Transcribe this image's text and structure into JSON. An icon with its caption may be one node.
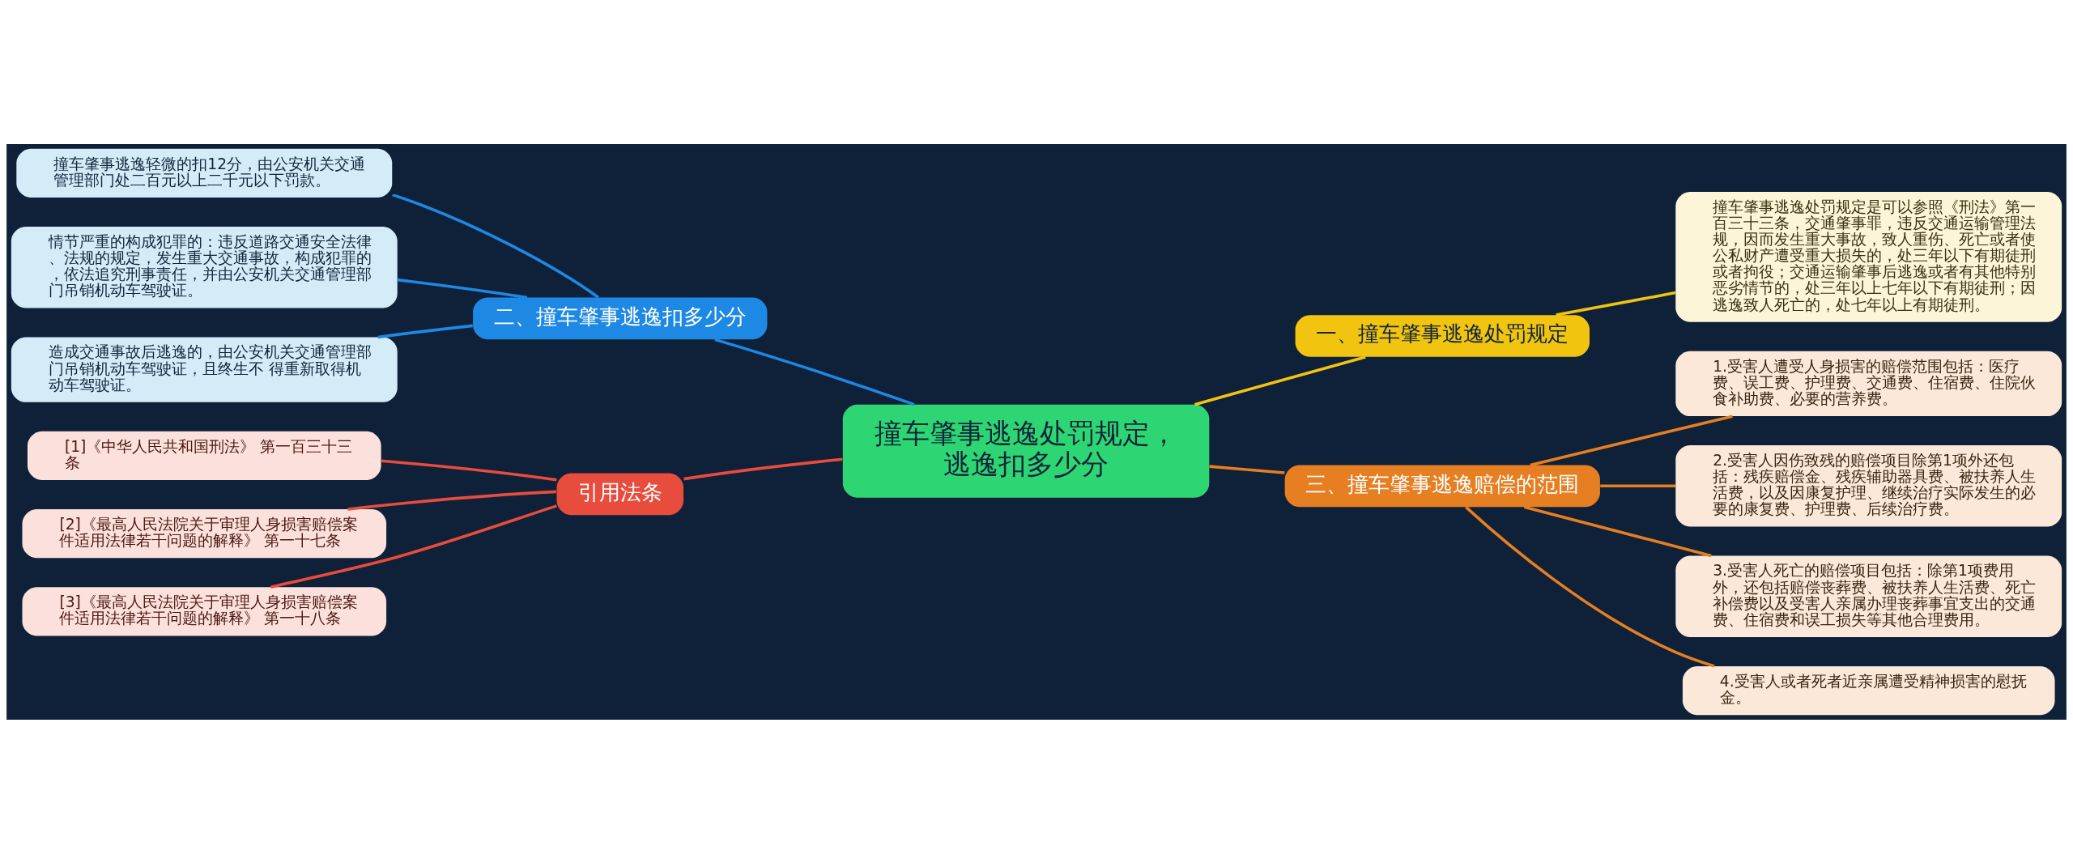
{
  "diagram": {
    "nodes": [
      {
        "text": [
          "撞车肇事逃逸处罚规定，逃逸扣多少分"
        ]
      },
      {
        "text": [
          "一、撞车肇事逃逸处罚规定"
        ]
      },
      {
        "text": [
          "撞车肇事逃逸处罚规定是可以参照《刑法》第一百三十三条，交通肇事罪，违反交通运输管理法规，因而发生重大事故，致人重伤、死亡或者使公私财产遭受重大损失的，处三年以下有期徒刑或者拘役；交通运输肇事后逃逸或者有其他特别恶劣情节的，处三年以上七年以下有期徒刑；因逃逸致人死亡的，处七年以上有期徒刑。"
        ]
      },
      {
        "text": [
          "二、撞车肇事逃逸扣多少分"
        ]
      },
      {
        "text": [
          "撞车肇事逃逸轻微的扣12分，由公安机关交通管理部门处二百元以上二千元以下罚款。"
        ]
      },
      {
        "text": [
          "情节严重的构成犯罪的：违反道路交通安全法律、法规的规定，发生重大交通事故，构成犯罪的，依法追究刑事责任，并由公安机关交通管理部门吊销机动车驾驶证。"
        ]
      },
      {
        "text": [
          "造成交通事故后逃逸的，由公安机关交通管理部门吊销机动车驾驶证，且终生不 得重新取得机动车驾驶证。"
        ]
      },
      {
        "text": [
          "三、撞车肇事逃逸赔偿的范围"
        ]
      },
      {
        "text": [
          "1.受害人遭受人身损害的赔偿范围包括：医疗费、误工费、护理费、交通费、住宿费、住院伙食补助费、必要的营养费。"
        ]
      },
      {
        "text": [
          "2.受害人因伤致残的赔偿项目除第1项外还包括：残疾赔偿金、残疾辅助器具费、被扶养人生活费，以及因康复护理、继续治疗实际发生的必要的康复费、护理费、后续治疗费。"
        ]
      },
      {
        "text": [
          "3.受害人死亡的赔偿项目包括：除第1项费用外，还包括赔偿丧葬费、被扶养人生活费、死亡补偿费以及受害人亲属办理丧葬事宜支出的交通费、住宿费和误工损失等其他合理费用。"
        ]
      },
      {
        "text": [
          "4.受害人或者死者近亲属遭受精神损害的慰抚金。"
        ]
      },
      {
        "text": [
          "引用法条"
        ]
      },
      {
        "text": [
          "[1]《中华人民共和国刑法》 第一百三十三条"
        ]
      },
      {
        "text": [
          "[2]《最高人民法院关于审理人身损害赔偿案件适用法律若干问题的解释》 第一十七条"
        ]
      },
      {
        "text": [
          "[3]《最高人民法院关于审理人身损害赔偿案件适用法律若干问题的解释》 第一十八条"
        ]
      }
    ],
    "edges": [
      {
        "from": 0,
        "to": 1,
        "arrow": "none",
        "color": "#f1c40f"
      },
      {
        "from": 1,
        "to": 2,
        "arrow": "none",
        "color": "#f1c40f"
      },
      {
        "from": 0,
        "to": 3,
        "arrow": "none",
        "color": "#1e88e5"
      },
      {
        "from": 3,
        "to": 4,
        "arrow": "none",
        "color": "#1e88e5"
      },
      {
        "from": 3,
        "to": 5,
        "arrow": "none",
        "color": "#1e88e5"
      },
      {
        "from": 3,
        "to": 6,
        "arrow": "none",
        "color": "#1e88e5"
      },
      {
        "from": 0,
        "to": 7,
        "arrow": "none",
        "color": "#e67e22"
      },
      {
        "from": 7,
        "to": 8,
        "arrow": "none",
        "color": "#e67e22"
      },
      {
        "from": 7,
        "to": 9,
        "arrow": "none",
        "color": "#e67e22"
      },
      {
        "from": 7,
        "to": 10,
        "arrow": "none",
        "color": "#e67e22"
      },
      {
        "from": 7,
        "to": 11,
        "arrow": "none",
        "color": "#e67e22"
      },
      {
        "from": 0,
        "to": 12,
        "arrow": "none",
        "color": "#e74c3c"
      },
      {
        "from": 12,
        "to": 13,
        "arrow": "none",
        "color": "#e74c3c"
      },
      {
        "from": 12,
        "to": 14,
        "arrow": "none",
        "color": "#e74c3c"
      },
      {
        "from": 12,
        "to": 15,
        "arrow": "none",
        "color": "#e74c3c"
      }
    ]
  }
}
